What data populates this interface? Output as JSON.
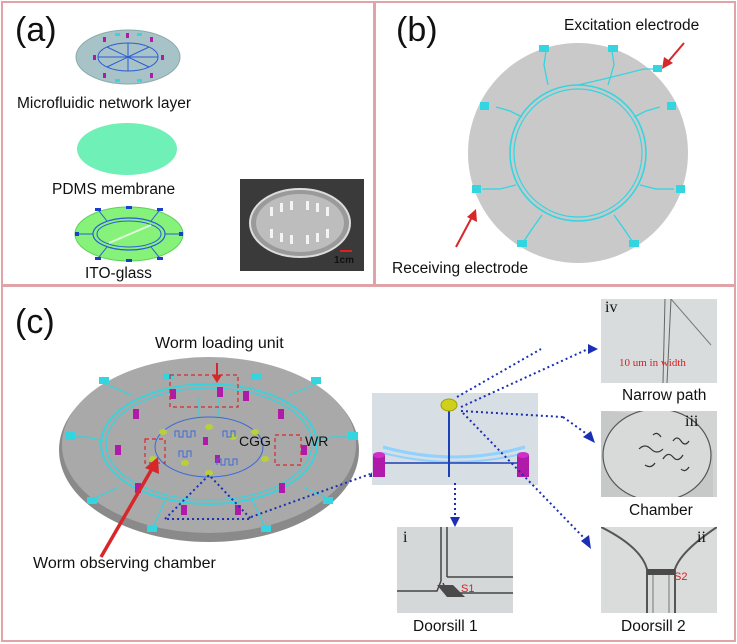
{
  "panel_a": {
    "label": "(a)",
    "layers": [
      "Microfluidic network layer",
      "PDMS membrane",
      "ITO-glass"
    ],
    "scale_bar": "1cm"
  },
  "panel_b": {
    "label": "(b)",
    "excitation": "Excitation  electrode",
    "receiving": "Receiving  electrode"
  },
  "panel_c": {
    "label": "(c)",
    "worm_loading_unit": "Worm  loading unit",
    "cgg": "CGG",
    "wr": "WR",
    "worm_observing_chamber": "Worm observing chamber",
    "photos": [
      {
        "numeral": "iv",
        "caption": "Narrow path",
        "annotation": "10 um in width"
      },
      {
        "numeral": "iii",
        "caption": "Chamber",
        "annotation": ""
      },
      {
        "numeral": "ii",
        "caption": "Doorsill 2",
        "annotation": "S2"
      },
      {
        "numeral": "i",
        "caption": "Doorsill 1",
        "annotation": "S1"
      }
    ]
  },
  "colors": {
    "border": "#e0a3a8",
    "cyan": "#33d5e0",
    "purple": "#b01aa8",
    "gray_disk": "#c9c9c9",
    "arrow_red": "#d6282a",
    "dotted_blue": "#1a2fb5"
  }
}
